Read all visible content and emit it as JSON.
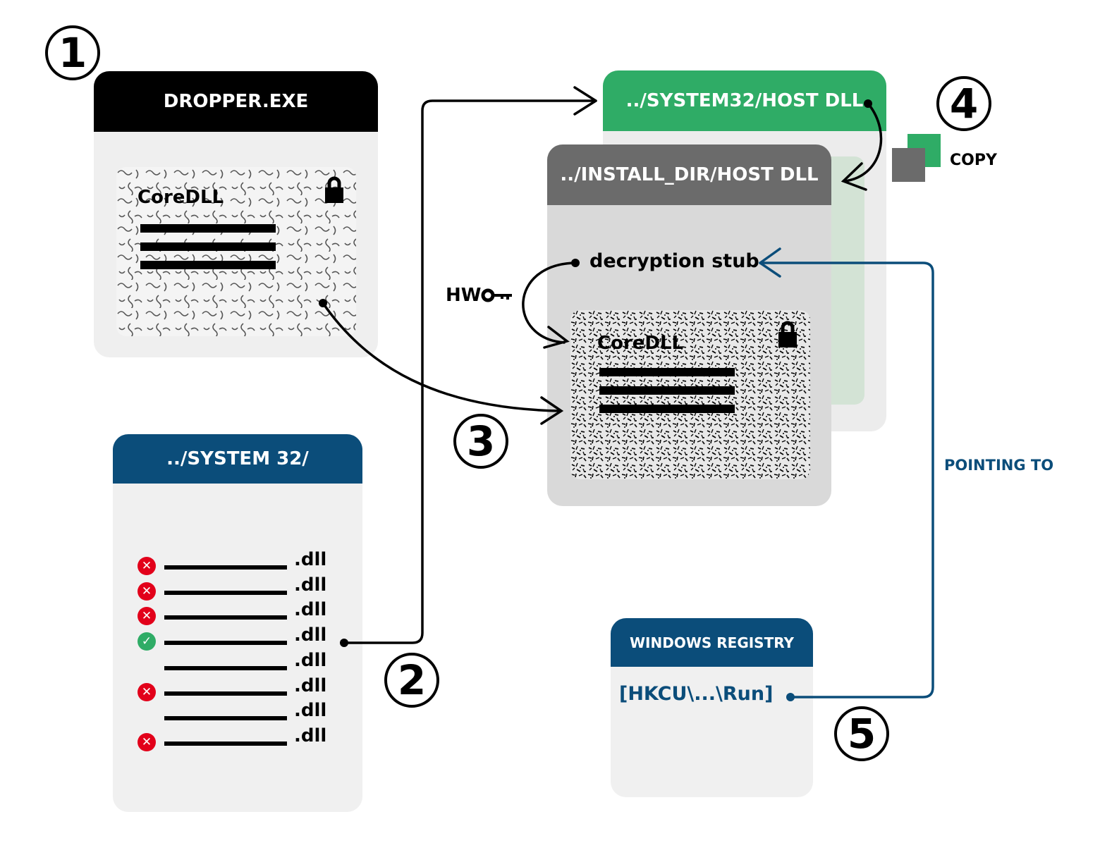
{
  "colors": {
    "black": "#000000",
    "green": "#2fac66",
    "gray_header": "#6b6b6b",
    "navy": "#0b4d7a",
    "panel_light": "#efefef",
    "panel_gray": "#d9d9d9",
    "pale_green": "#d3e3d5",
    "error_red": "#e2001a",
    "ok_green": "#2fac66"
  },
  "steps": [
    "1",
    "2",
    "3",
    "4",
    "5"
  ],
  "dropper": {
    "title": "DROPPER.EXE",
    "payload_label": "CoreDLL",
    "locked": true
  },
  "system32_host": {
    "title": "../SYSTEM32/HOST DLL"
  },
  "install_dir_host": {
    "title": "../INSTALL_DIR/HOST DLL",
    "stub_label": "decryption stub",
    "payload_label": "CoreDLL",
    "locked": true
  },
  "copy": {
    "label": "COPY"
  },
  "hw_key": {
    "label": "HW",
    "icon": "key-icon"
  },
  "system32_dir": {
    "title": "../SYSTEM 32/",
    "entries": [
      {
        "ext": ".dll",
        "status": "error"
      },
      {
        "ext": ".dll",
        "status": "error"
      },
      {
        "ext": ".dll",
        "status": "error"
      },
      {
        "ext": ".dll",
        "status": "ok"
      },
      {
        "ext": ".dll",
        "status": "none"
      },
      {
        "ext": ".dll",
        "status": "error"
      },
      {
        "ext": ".dll",
        "status": "none"
      },
      {
        "ext": ".dll",
        "status": "error"
      }
    ]
  },
  "registry": {
    "title": "WINDOWS REGISTRY",
    "key": "[HKCU\\...\\Run]"
  },
  "pointing_label": "POINTING TO"
}
